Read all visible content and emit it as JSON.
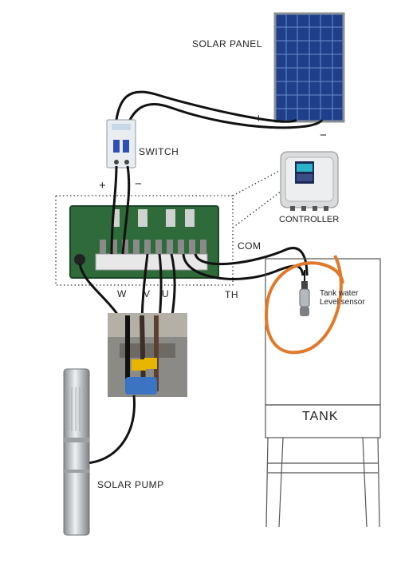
{
  "labels": {
    "solar_panel": "SOLAR PANEL",
    "switch": "SWITCH",
    "controller": "CONTROLLER",
    "com": "COM",
    "th": "TH",
    "w": "W",
    "v": "V",
    "u": "U",
    "tank": "TANK",
    "sensor_line1": "Tank water",
    "sensor_line2": "Level sensor",
    "solar_pump": "SOLAR PUMP",
    "panel_plus": "+",
    "panel_minus": "−",
    "switch_plus": "+",
    "switch_minus": "−"
  },
  "colors": {
    "wire": "#111111",
    "highlight_circle": "#e07a2a",
    "panel_blue": "#1f3f8a",
    "board_green": "#2f6a3a"
  }
}
